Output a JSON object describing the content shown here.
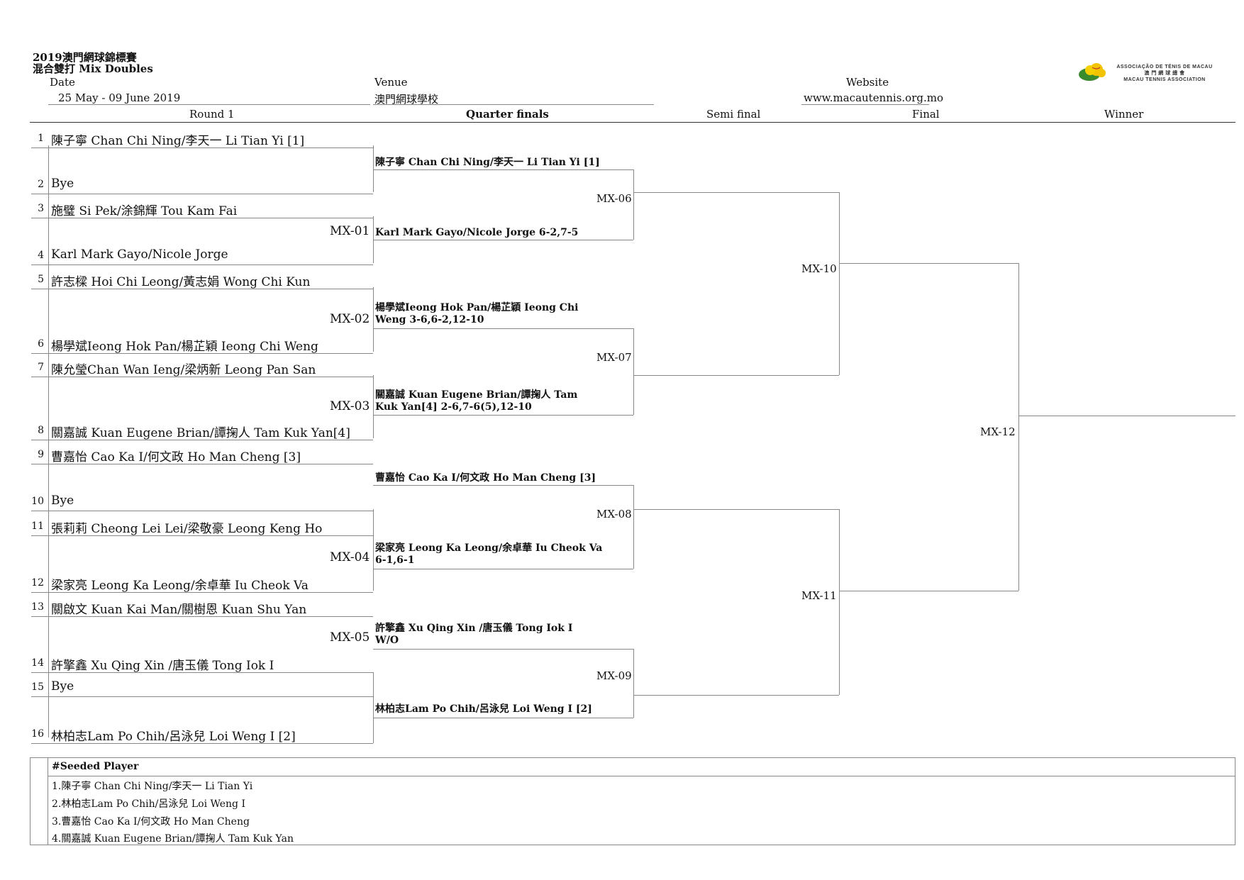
{
  "header": {
    "title_line1": "2019澳門網球錦標賽",
    "title_line2": "混合雙打 Mix Doubles",
    "date_label": "Date",
    "date_value": "25 May - 09 June 2019",
    "venue_label": "Venue",
    "venue_value": "澳門網球學校",
    "website_label": "Website",
    "website_value": "www.macautennis.org.mo"
  },
  "logo": {
    "line1": "ASSOCIAÇÃO DE TÉNIS DE MACAU",
    "line2": "澳 門 網 球 總 會",
    "line3": "MACAU TENNIS ASSOCIATION",
    "icon": "tennis-balls-logo",
    "colors": [
      "#f2c300",
      "#3a8a2e",
      "#c0392b"
    ]
  },
  "columns": {
    "round1": "Round 1",
    "quarter": "Quarter finals",
    "semi": "Semi final",
    "final": "Final",
    "winner": "Winner"
  },
  "players": [
    {
      "num": "1",
      "name": "陳子寧 Chan Chi Ning/李天一 Li Tian Yi [1]"
    },
    {
      "num": "2",
      "name": "Bye"
    },
    {
      "num": "3",
      "name": "施璧 Si Pek/涂錦輝 Tou Kam Fai"
    },
    {
      "num": "4",
      "name": "Karl Mark Gayo/Nicole Jorge"
    },
    {
      "num": "5",
      "name": "許志樑 Hoi Chi Leong/黃志娟 Wong Chi Kun"
    },
    {
      "num": "6",
      "name": "楊學斌Ieong Hok Pan/楊芷穎 Ieong Chi Weng"
    },
    {
      "num": "7",
      "name": "陳允瑩Chan Wan Ieng/梁炳新 Leong Pan San"
    },
    {
      "num": "8",
      "name": "關嘉誠 Kuan Eugene Brian/譚掬人 Tam Kuk Yan[4]"
    },
    {
      "num": "9",
      "name": "曹嘉怡 Cao Ka I/何文政 Ho Man Cheng [3]"
    },
    {
      "num": "10",
      "name": "Bye"
    },
    {
      "num": "11",
      "name": "張莉莉 Cheong Lei Lei/梁敬豪 Leong Keng Ho"
    },
    {
      "num": "12",
      "name": "梁家亮 Leong Ka Leong/余卓華 Iu Cheok Va"
    },
    {
      "num": "13",
      "name": "關啟文 Kuan Kai Man/關樹恩 Kuan Shu Yan"
    },
    {
      "num": "14",
      "name": "許擎鑫 Xu Qing Xin /唐玉儀 Tong Iok I"
    },
    {
      "num": "15",
      "name": "Bye"
    },
    {
      "num": "16",
      "name": "林柏志Lam Po Chih/呂泳兒 Loi Weng I [2]"
    }
  ],
  "r1_matches": [
    "MX-01",
    "MX-02",
    "MX-03",
    "MX-04",
    "MX-05"
  ],
  "quarter_results": [
    "陳子寧 Chan Chi Ning/李天一 Li Tian Yi [1]",
    "Karl Mark Gayo/Nicole Jorge 6-2,7-5",
    "楊學斌Ieong Hok Pan/楊芷穎 Ieong Chi Weng  3-6,6-2,12-10",
    "關嘉誠 Kuan Eugene Brian/譚掬人 Tam Kuk Yan[4] 2-6,7-6(5),12-10",
    "曹嘉怡 Cao Ka I/何文政 Ho Man Cheng [3]",
    "梁家亮 Leong Ka Leong/余卓華 Iu Cheok Va 6-1,6-1",
    "許擎鑫 Xu Qing Xin /唐玉儀 Tong Iok I W/O",
    "林柏志Lam Po Chih/呂泳兒 Loi Weng I [2]"
  ],
  "qf_matches": [
    "MX-06",
    "MX-07",
    "MX-08",
    "MX-09"
  ],
  "sf_matches": [
    "MX-10",
    "MX-11"
  ],
  "final_match": "MX-12",
  "seeded": {
    "header": "#Seeded Player",
    "items": [
      "1.陳子寧 Chan Chi Ning/李天一 Li Tian Yi",
      "2.林柏志Lam Po Chih/呂泳兒 Loi Weng I",
      "3.曹嘉怡 Cao Ka I/何文政 Ho Man Cheng",
      "4.關嘉誠 Kuan Eugene Brian/譚掬人 Tam Kuk Yan"
    ]
  }
}
